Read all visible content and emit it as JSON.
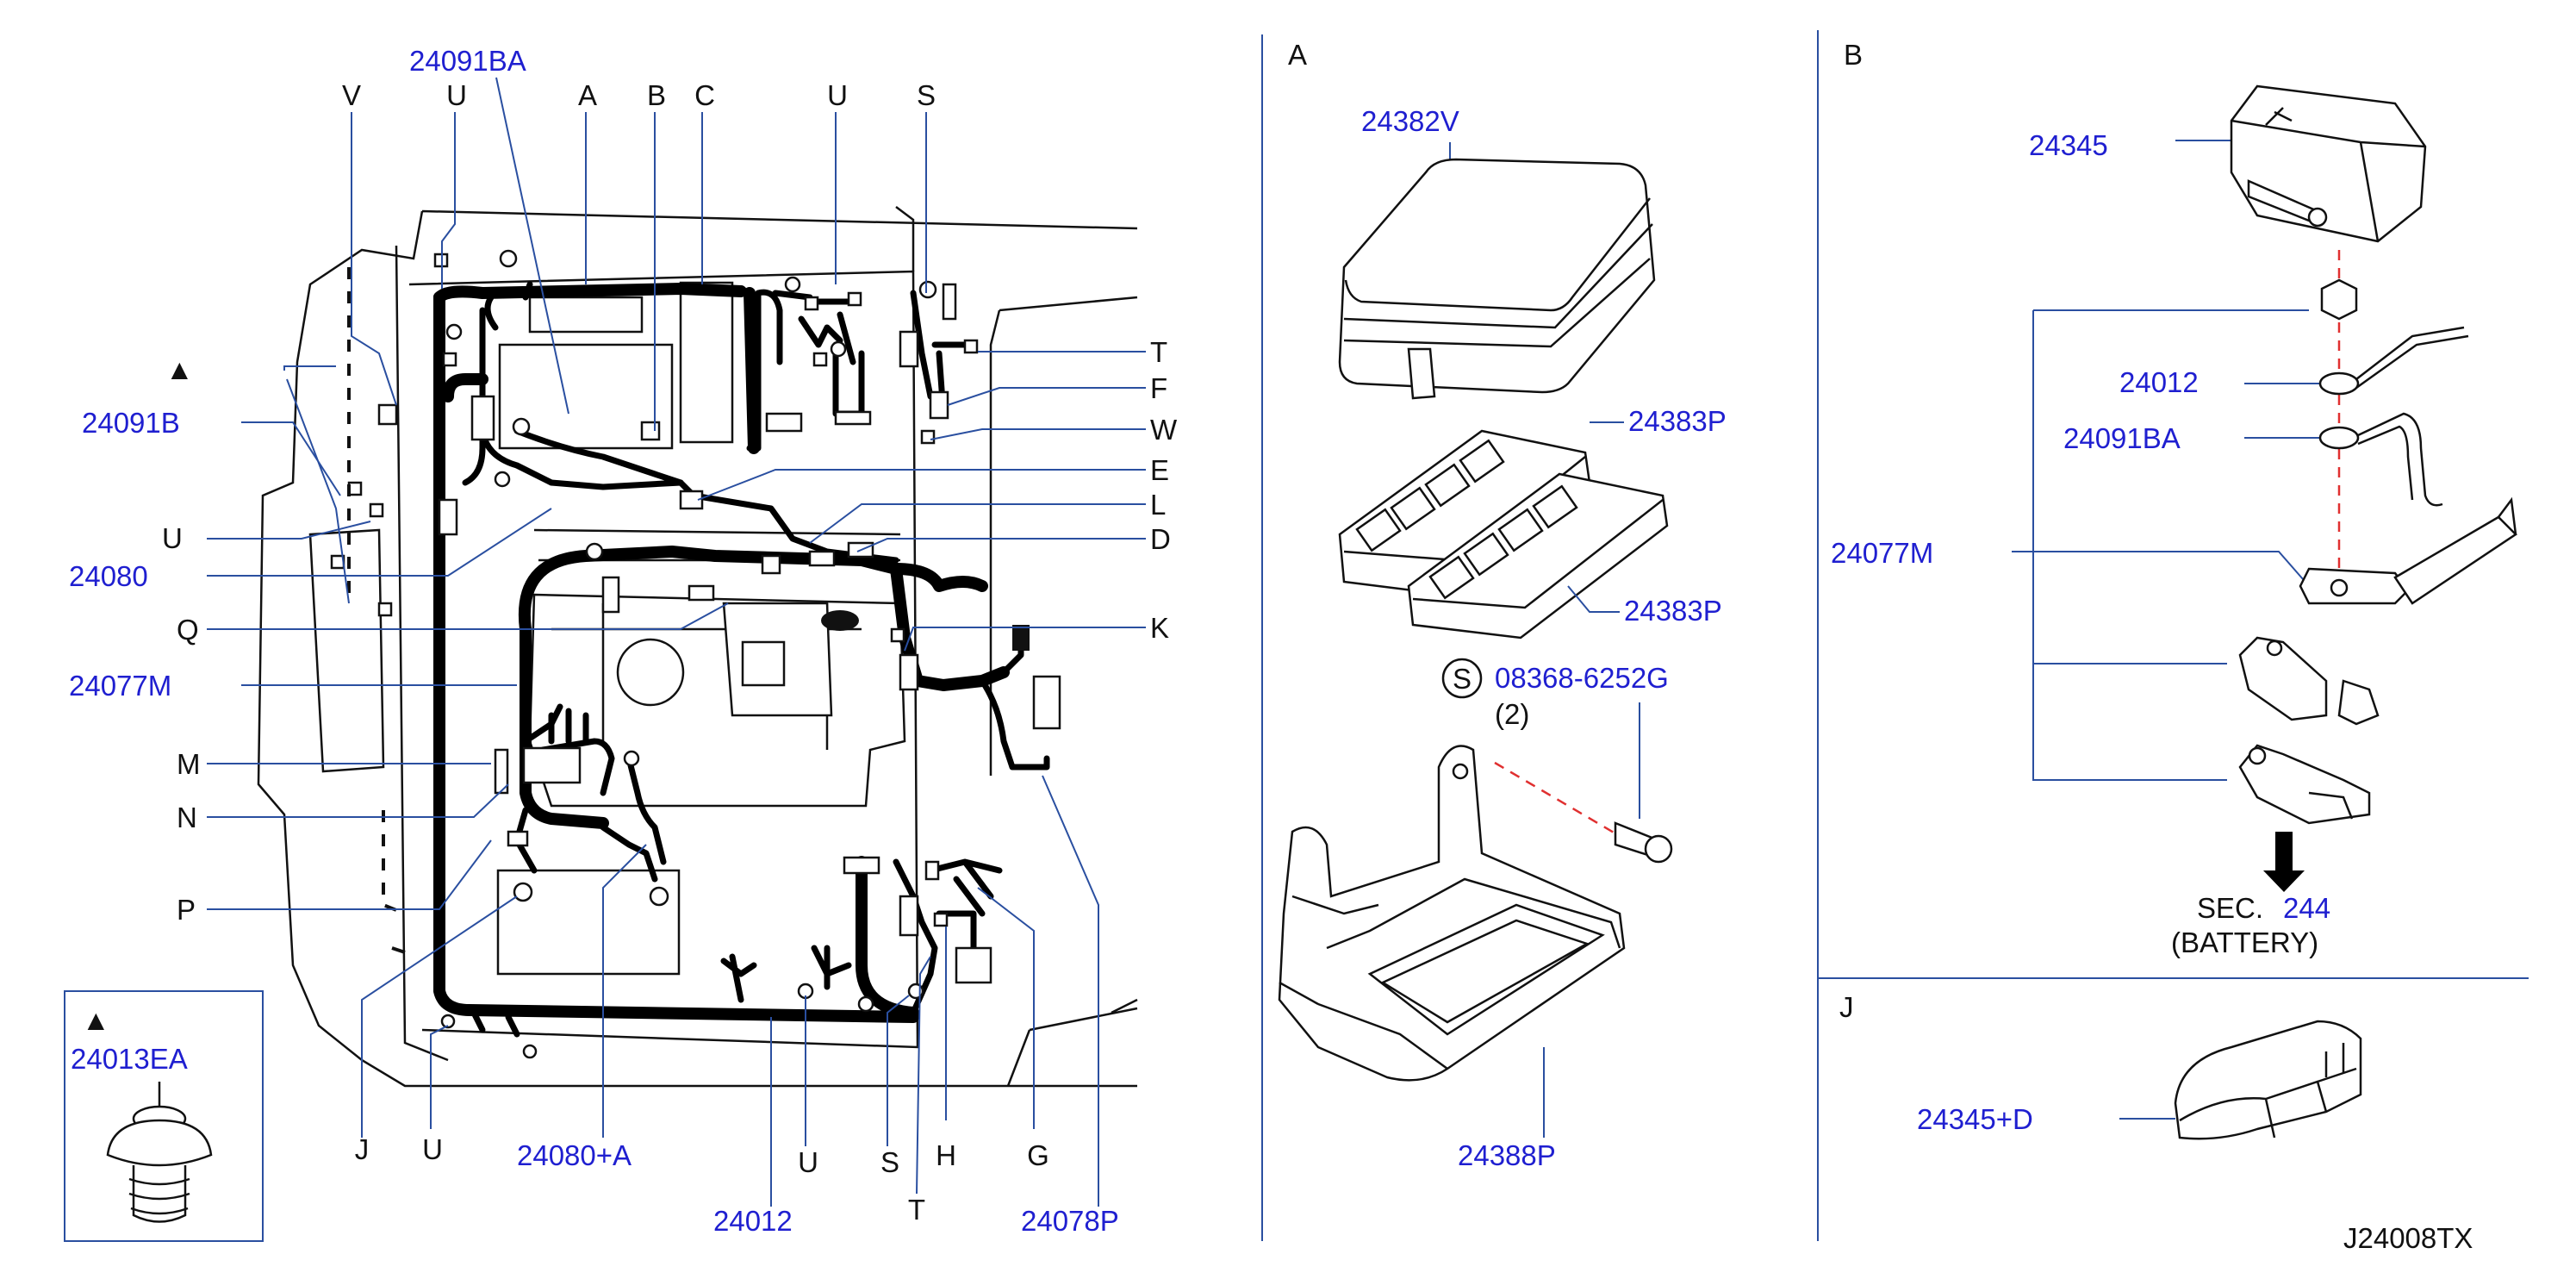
{
  "diagram_id": "J24008TX",
  "sections": {
    "A": "A",
    "B": "B",
    "J": "J"
  },
  "main_letters": {
    "V": "V",
    "U_top": "U",
    "A": "A",
    "B": "B",
    "C": "C",
    "U_top2": "U",
    "S_top": "S",
    "T_right": "T",
    "F": "F",
    "W": "W",
    "E": "E",
    "L": "L",
    "D": "D",
    "K": "K",
    "U_left": "U",
    "Q": "Q",
    "M": "M",
    "N": "N",
    "P": "P",
    "J_bottom": "J",
    "U_bottom1": "U",
    "U_bottom2": "U",
    "S_bottom": "S",
    "T_bottom": "T",
    "H": "H",
    "G": "G"
  },
  "main_parts": {
    "p24091BA": "24091BA",
    "p24091B": "24091B",
    "p24080": "24080",
    "p24077M": "24077M",
    "p24080A": "24080+A",
    "p24012": "24012",
    "p24078P": "24078P",
    "triangle": "▲",
    "inset_triangle": "▲",
    "inset_part": "24013EA"
  },
  "section_a": {
    "p24382V": "24382V",
    "p24383P_top": "24383P",
    "p24383P_bottom": "24383P",
    "s_symbol": "S",
    "p08368": "08368-6252G",
    "qty": "(2)",
    "p24388P": "24388P"
  },
  "section_b": {
    "p24345": "24345",
    "p24012": "24012",
    "p24091BA": "24091BA",
    "p24077M": "24077M",
    "sec_label": "SEC.",
    "sec_number": "244",
    "battery": "(BATTERY)"
  },
  "section_j": {
    "p24345D": "24345+D"
  },
  "colors": {
    "part_number": "#1f1fd0",
    "leader_blue": "#2a4fa0",
    "dashed_axis": "#e03030",
    "harness": "#000000"
  }
}
